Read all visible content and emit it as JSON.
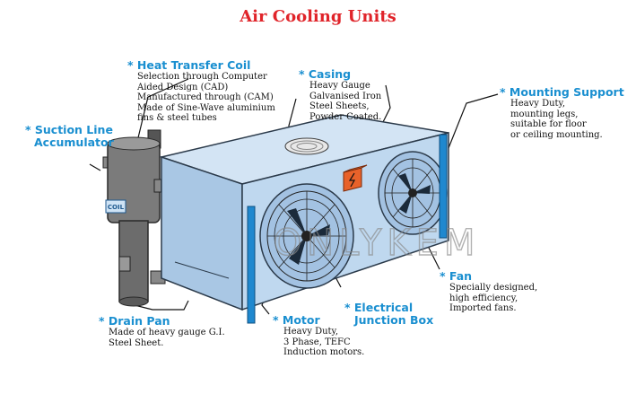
{
  "title": "Air Cooling Units",
  "watermark": "ONLYKEM",
  "coil_tag": "COIL",
  "colors": {
    "title": "#e0242a",
    "label": "#1a8fd0",
    "box_front": "#bfd8ef",
    "box_top": "#d3e4f4",
    "post": "#1f88cf",
    "accumulator": "#6b6b6b",
    "junction_box": "#e8622a"
  },
  "labels": {
    "heat_transfer_coil": {
      "title": "* Heat Transfer Coil",
      "desc": [
        "Selection through Computer",
        "Aided Design (CAD)",
        "Manufactured through (CAM)",
        "Made of Sine-Wave aluminium",
        "fins & steel tubes"
      ]
    },
    "casing": {
      "title": "* Casing",
      "desc": [
        "Heavy Gauge",
        "Galvanised Iron",
        "Steel Sheets,",
        "Powder Coated."
      ]
    },
    "mounting_support": {
      "title": "* Mounting Support",
      "desc": [
        "Heavy Duty,",
        "mounting legs,",
        "suitable for floor",
        "or ceiling mounting."
      ]
    },
    "suction_line": {
      "title": [
        "* Suction Line",
        "Accumulator"
      ]
    },
    "drain_pan": {
      "title": "* Drain Pan",
      "desc": [
        "Made of heavy gauge G.I.",
        "Steel Sheet."
      ]
    },
    "motor": {
      "title": "* Motor",
      "desc": [
        "Heavy Duty,",
        "3 Phase, TEFC",
        "Induction motors."
      ]
    },
    "electrical_box": {
      "title": [
        "* Electrical",
        "Junction Box"
      ]
    },
    "fan": {
      "title": "* Fan",
      "desc": [
        "Specially designed,",
        "high efficiency,",
        "Imported fans."
      ]
    }
  }
}
